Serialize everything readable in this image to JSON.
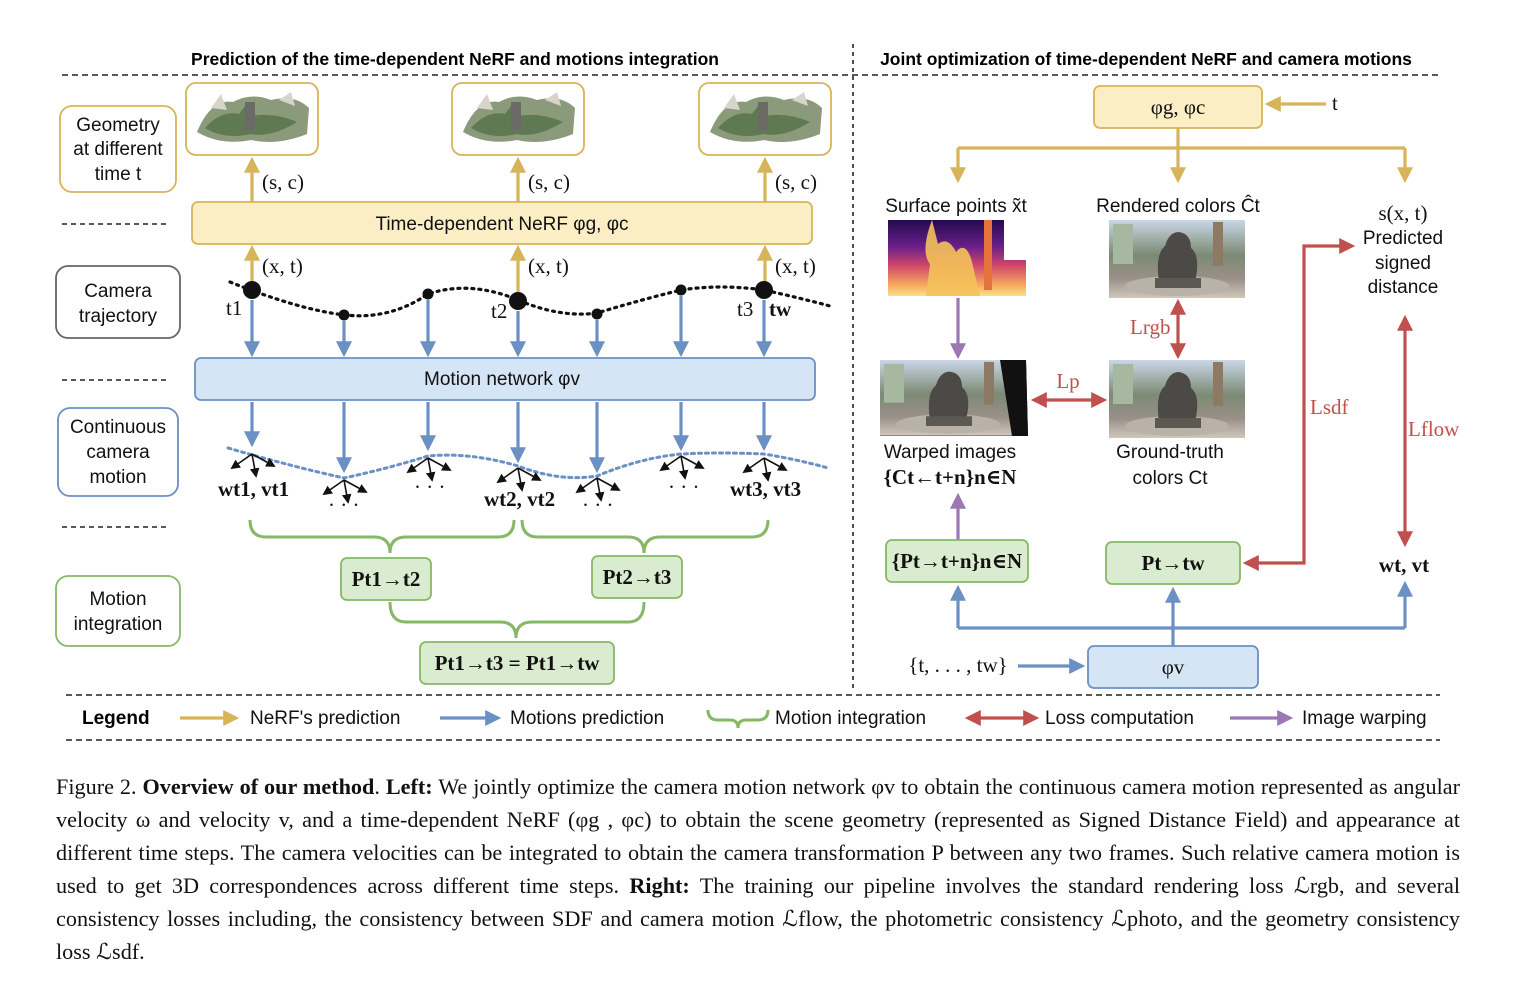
{
  "headers": {
    "left": "Prediction of the time-dependent NeRF and motions integration",
    "right": "Joint optimization of time-dependent NeRF and camera motions"
  },
  "side_labels": {
    "geometry": [
      "Geometry",
      "at different",
      "time  t"
    ],
    "camera_trajectory": [
      "Camera",
      "trajectory"
    ],
    "continuous_motion": [
      "Continuous",
      "camera",
      "motion"
    ],
    "motion_integration": [
      "Motion",
      "integration"
    ]
  },
  "left": {
    "nerf_box": "Time-dependent NeRF φg, φc",
    "motion_box": "Motion network φv",
    "s_c": "(s, c)",
    "x_t": "(x, t)",
    "t1": "t1",
    "t2": "t2",
    "t3": "t3",
    "tw": "tw",
    "w1v1": "wt1, vt1",
    "w2v2": "wt2, vt2",
    "w3v3": "wt3, vt3",
    "dots": "· · ·",
    "p12": "Pt1→t2",
    "p23": "Pt2→t3",
    "p13": "Pt1→t3 = Pt1→tw"
  },
  "right": {
    "phi_gc": "φg, φc",
    "t": "t",
    "surface_points": "Surface points x̃t",
    "rendered_colors": "Rendered colors Ĉt",
    "sdf": "s(x, t)",
    "predicted": [
      "Predicted",
      "signed",
      "distance"
    ],
    "warped_images": "Warped images",
    "warped_set": "{Ct←t+n}n∈N",
    "gt": [
      "Ground-truth",
      "colors  Ct"
    ],
    "l_rgb": "Lrgb",
    "l_p": "Lp",
    "l_sdf": "Lsdf",
    "l_flow": "Lflow",
    "p_set": "{Pt→t+n}n∈N",
    "p_tw": "Pt→tw",
    "wv": "wt, vt",
    "phi_v": "φv",
    "t_range": "{t, . . . , tw}"
  },
  "legend": {
    "title": "Legend",
    "nerf": "NeRF's prediction",
    "motion": "Motions prediction",
    "integration": "Motion integration",
    "loss": "Loss computation",
    "warp": "Image warping"
  },
  "colors": {
    "gold": "#d7b45a",
    "blue": "#6b90c3",
    "green": "#86b866",
    "red": "#c0504d",
    "purple": "#9b77b4",
    "nerf_fill": "#fbeec4",
    "motion_fill": "#d6e5f5",
    "green_fill": "#d9ecd0"
  },
  "caption": {
    "fig": "Figure 2.",
    "title": "Overview of our method",
    "left": "Left:",
    "p1": "We jointly optimize the camera motion network φv to obtain the continuous camera motion represented as angular velocity ω and velocity v, and a time-dependent NeRF (φg , φc) to obtain the scene geometry (represented as Signed Distance Field) and appearance at different time steps. The camera velocities can be integrated to obtain the camera transformation P between any two frames. Such relative camera motion is used to get 3D correspondences across different time steps.",
    "right": "Right:",
    "p2": "The training our pipeline involves the standard rendering loss ℒrgb, and several consistency losses including, the consistency between SDF and camera motion ℒflow, the photometric consistency ℒphoto, and the geometry consistency loss ℒsdf."
  }
}
